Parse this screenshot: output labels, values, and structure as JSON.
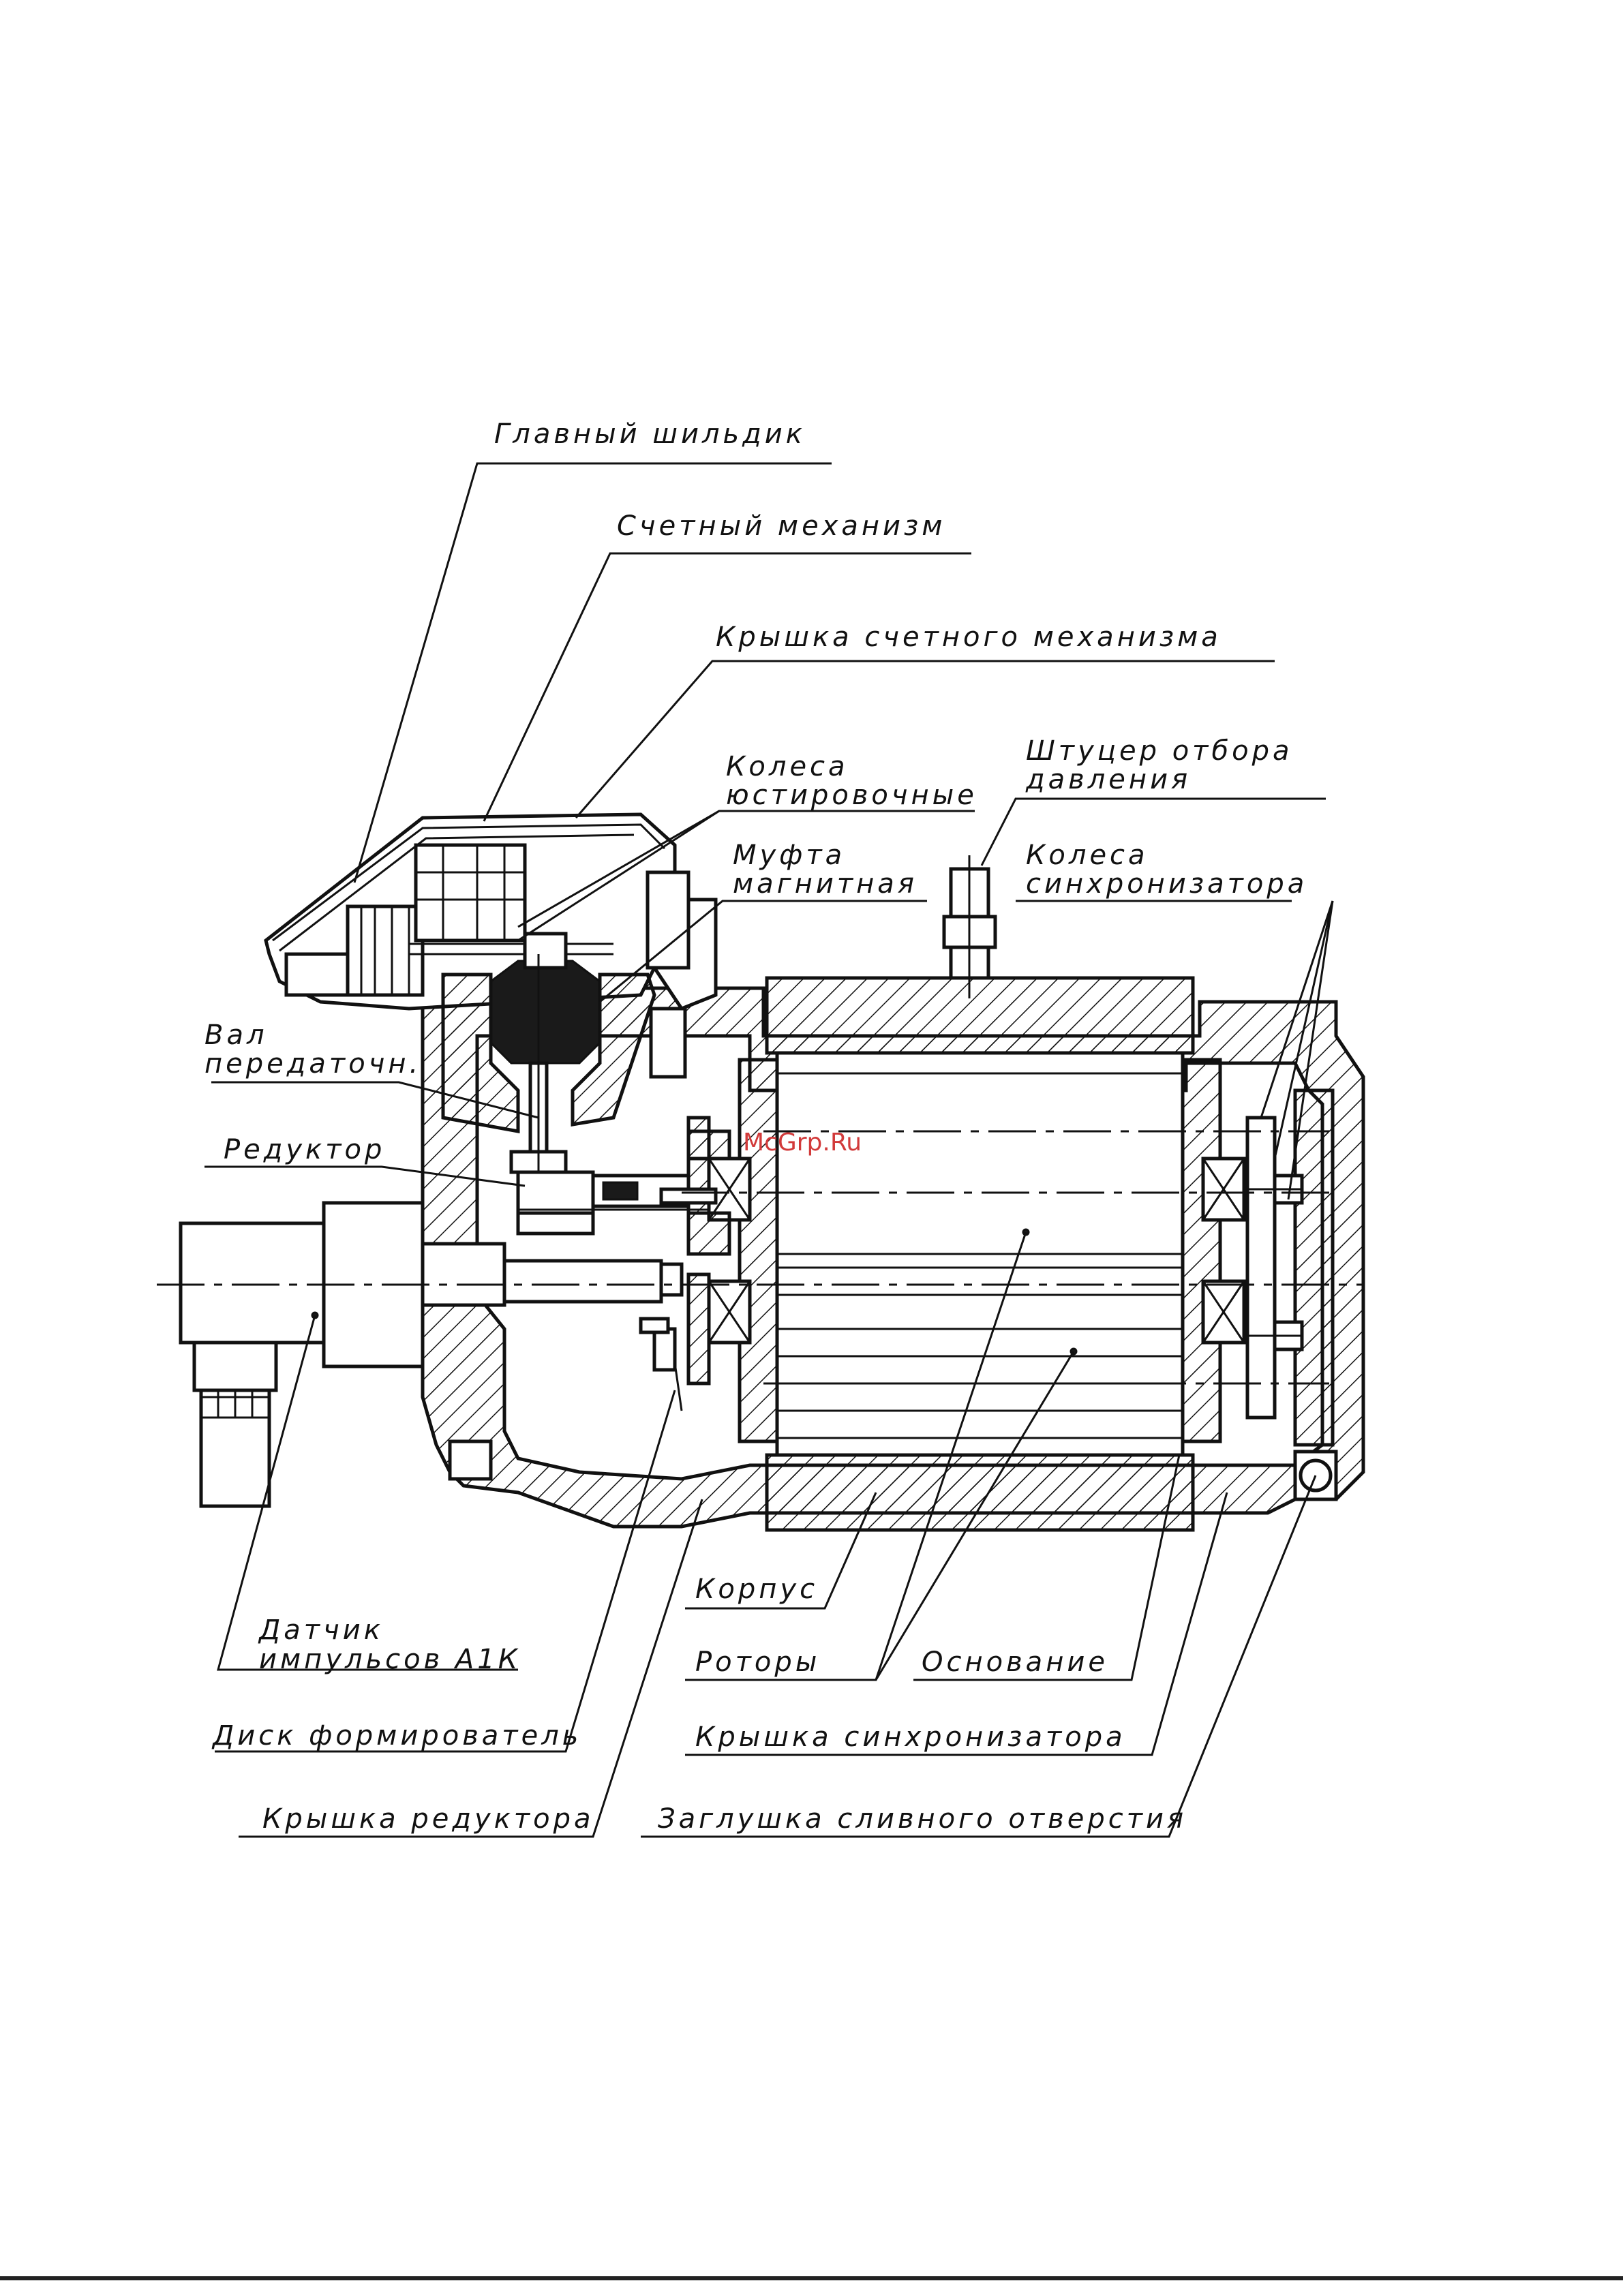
{
  "labels": {
    "main_nameplate": "Главный   шильдик",
    "counting_mechanism": "Счетный   механизм",
    "counting_mechanism_cover": "Крышка счетного механизма",
    "adjusting_wheels_1": "Колеса",
    "adjusting_wheels_2": "юстировочные",
    "pressure_fitting_1": "Штуцер отбора",
    "pressure_fitting_2": "давления",
    "magnetic_coupling_1": "Муфта",
    "magnetic_coupling_2": "магнитная",
    "sync_wheels_1": "Колеса",
    "sync_wheels_2": "синхронизатора",
    "transfer_shaft_1": "Вал",
    "transfer_shaft_2": "передаточн.",
    "reducer": "Редуктор",
    "pulse_sensor_1": "Датчик",
    "pulse_sensor_2": "импульсов А1К",
    "shaping_disk": "Диск формирователь",
    "reducer_cover": "Крышка редуктора",
    "housing": "Корпус",
    "rotors": "Роторы",
    "base": "Основание",
    "sync_cover": "Крышка синхронизатора",
    "drain_plug": "Заглушка сливного отверстия"
  },
  "watermark": "McGrp.Ru",
  "colors": {
    "line": "#111111",
    "watermark": "#d23a3a"
  }
}
